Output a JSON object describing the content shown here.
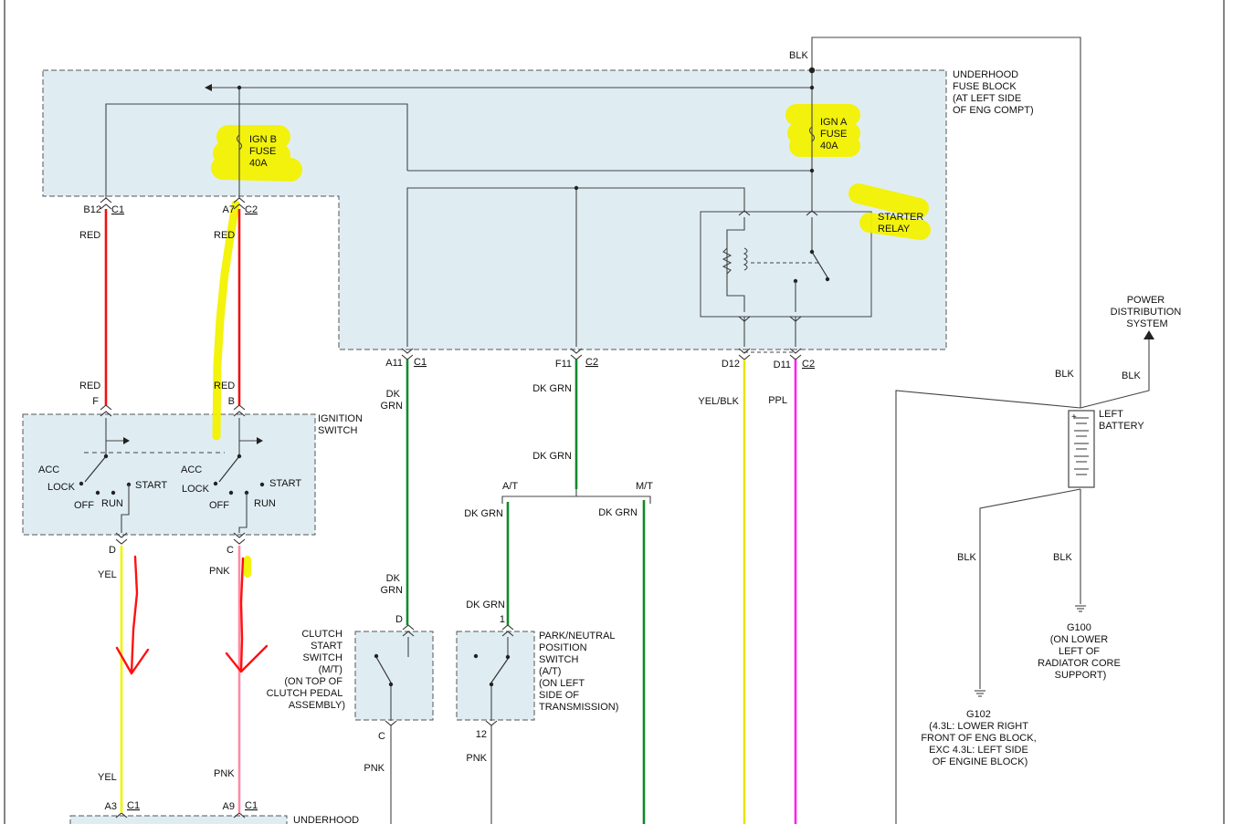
{
  "components": {
    "fuse_block": [
      "UNDERHOOD",
      "FUSE BLOCK",
      "(AT LEFT SIDE",
      "OF ENG COMPT)"
    ],
    "ign_b_fuse": [
      "IGN B",
      "FUSE",
      "40A"
    ],
    "ign_a_fuse": [
      "IGN A",
      "FUSE",
      "40A"
    ],
    "starter_relay": [
      "STARTER",
      "RELAY"
    ],
    "ignition_switch": [
      "IGNITION",
      "SWITCH"
    ],
    "clutch_switch": [
      "CLUTCH",
      "START",
      "SWITCH",
      "(M/T)",
      "(ON TOP OF",
      "CLUTCH PEDAL",
      "ASSEMBLY)"
    ],
    "pn_switch": [
      "PARK/NEUTRAL",
      "POSITION",
      "SWITCH",
      "(A/T)",
      "(ON LEFT",
      "SIDE OF",
      "TRANSMISSION)"
    ],
    "power_dist": [
      "POWER",
      "DISTRIBUTION",
      "SYSTEM"
    ],
    "battery": [
      "LEFT",
      "BATTERY"
    ],
    "g100": [
      "G100",
      "(ON LOWER",
      "LEFT OF",
      "RADIATOR CORE",
      "SUPPORT)"
    ],
    "g102": [
      "G102",
      "(4.3L: LOWER RIGHT",
      "FRONT OF ENG BLOCK,",
      "EXC 4.3L: LEFT SIDE",
      "OF ENGINE BLOCK)"
    ],
    "fuse_block_bottom": "UNDERHOOD"
  },
  "connectors": {
    "b12": "B12",
    "a7": "A7",
    "c1_a": "C1",
    "c2_a": "C2",
    "a11": "A11",
    "c1_b": "C1",
    "f11": "F11",
    "c2_b": "C2",
    "d12": "D12",
    "d11": "D11",
    "c2_c": "C2",
    "pin_f": "F",
    "pin_b": "B",
    "pin_d": "D",
    "pin_c": "C",
    "clutch_d": "D",
    "clutch_c": "C",
    "pn_1": "1",
    "pn_12": "12",
    "a3": "A3",
    "c1_c": "C1",
    "a9": "A9",
    "c1_d": "C1"
  },
  "switch_positions": {
    "acc": "ACC",
    "lock": "LOCK",
    "off": "OFF",
    "run": "RUN",
    "start": "START",
    "at": "A/T",
    "mt": "M/T"
  },
  "wire_labels": {
    "blk_top": "BLK",
    "red_1": "RED",
    "red_2": "RED",
    "red_3": "RED",
    "red_4": "RED",
    "yel_1": "YEL",
    "yel_2": "YEL",
    "pnk_1": "PNK",
    "pnk_2": "PNK",
    "dkgrn_a11": [
      "DK",
      "GRN"
    ],
    "dkgrn_f11_1": "DK GRN",
    "dkgrn_f11_2": "DK GRN",
    "dkgrn_at": "DK GRN",
    "dkgrn_mt": "DK GRN",
    "dkgrn_clutch": [
      "DK",
      "GRN"
    ],
    "dkgrn_pn": "DK GRN",
    "pnk_clutch": "PNK",
    "pnk_pn": "PNK",
    "yelblk": "YEL/BLK",
    "ppl": "PPL",
    "blk_bat_l": "BLK",
    "blk_bat_r": "BLK",
    "blk_g102": "BLK",
    "blk_g100": "BLK"
  },
  "colors": {
    "red": "#ee1111",
    "yellow": "#f2f200",
    "pink": "#ff8aa8",
    "green": "#0f8a2a",
    "yelblk": "#e6e600",
    "purple": "#ff22ee",
    "box_fill": "#dfedf3",
    "highlight": "#f2f200",
    "annotation": "#ff1010"
  }
}
